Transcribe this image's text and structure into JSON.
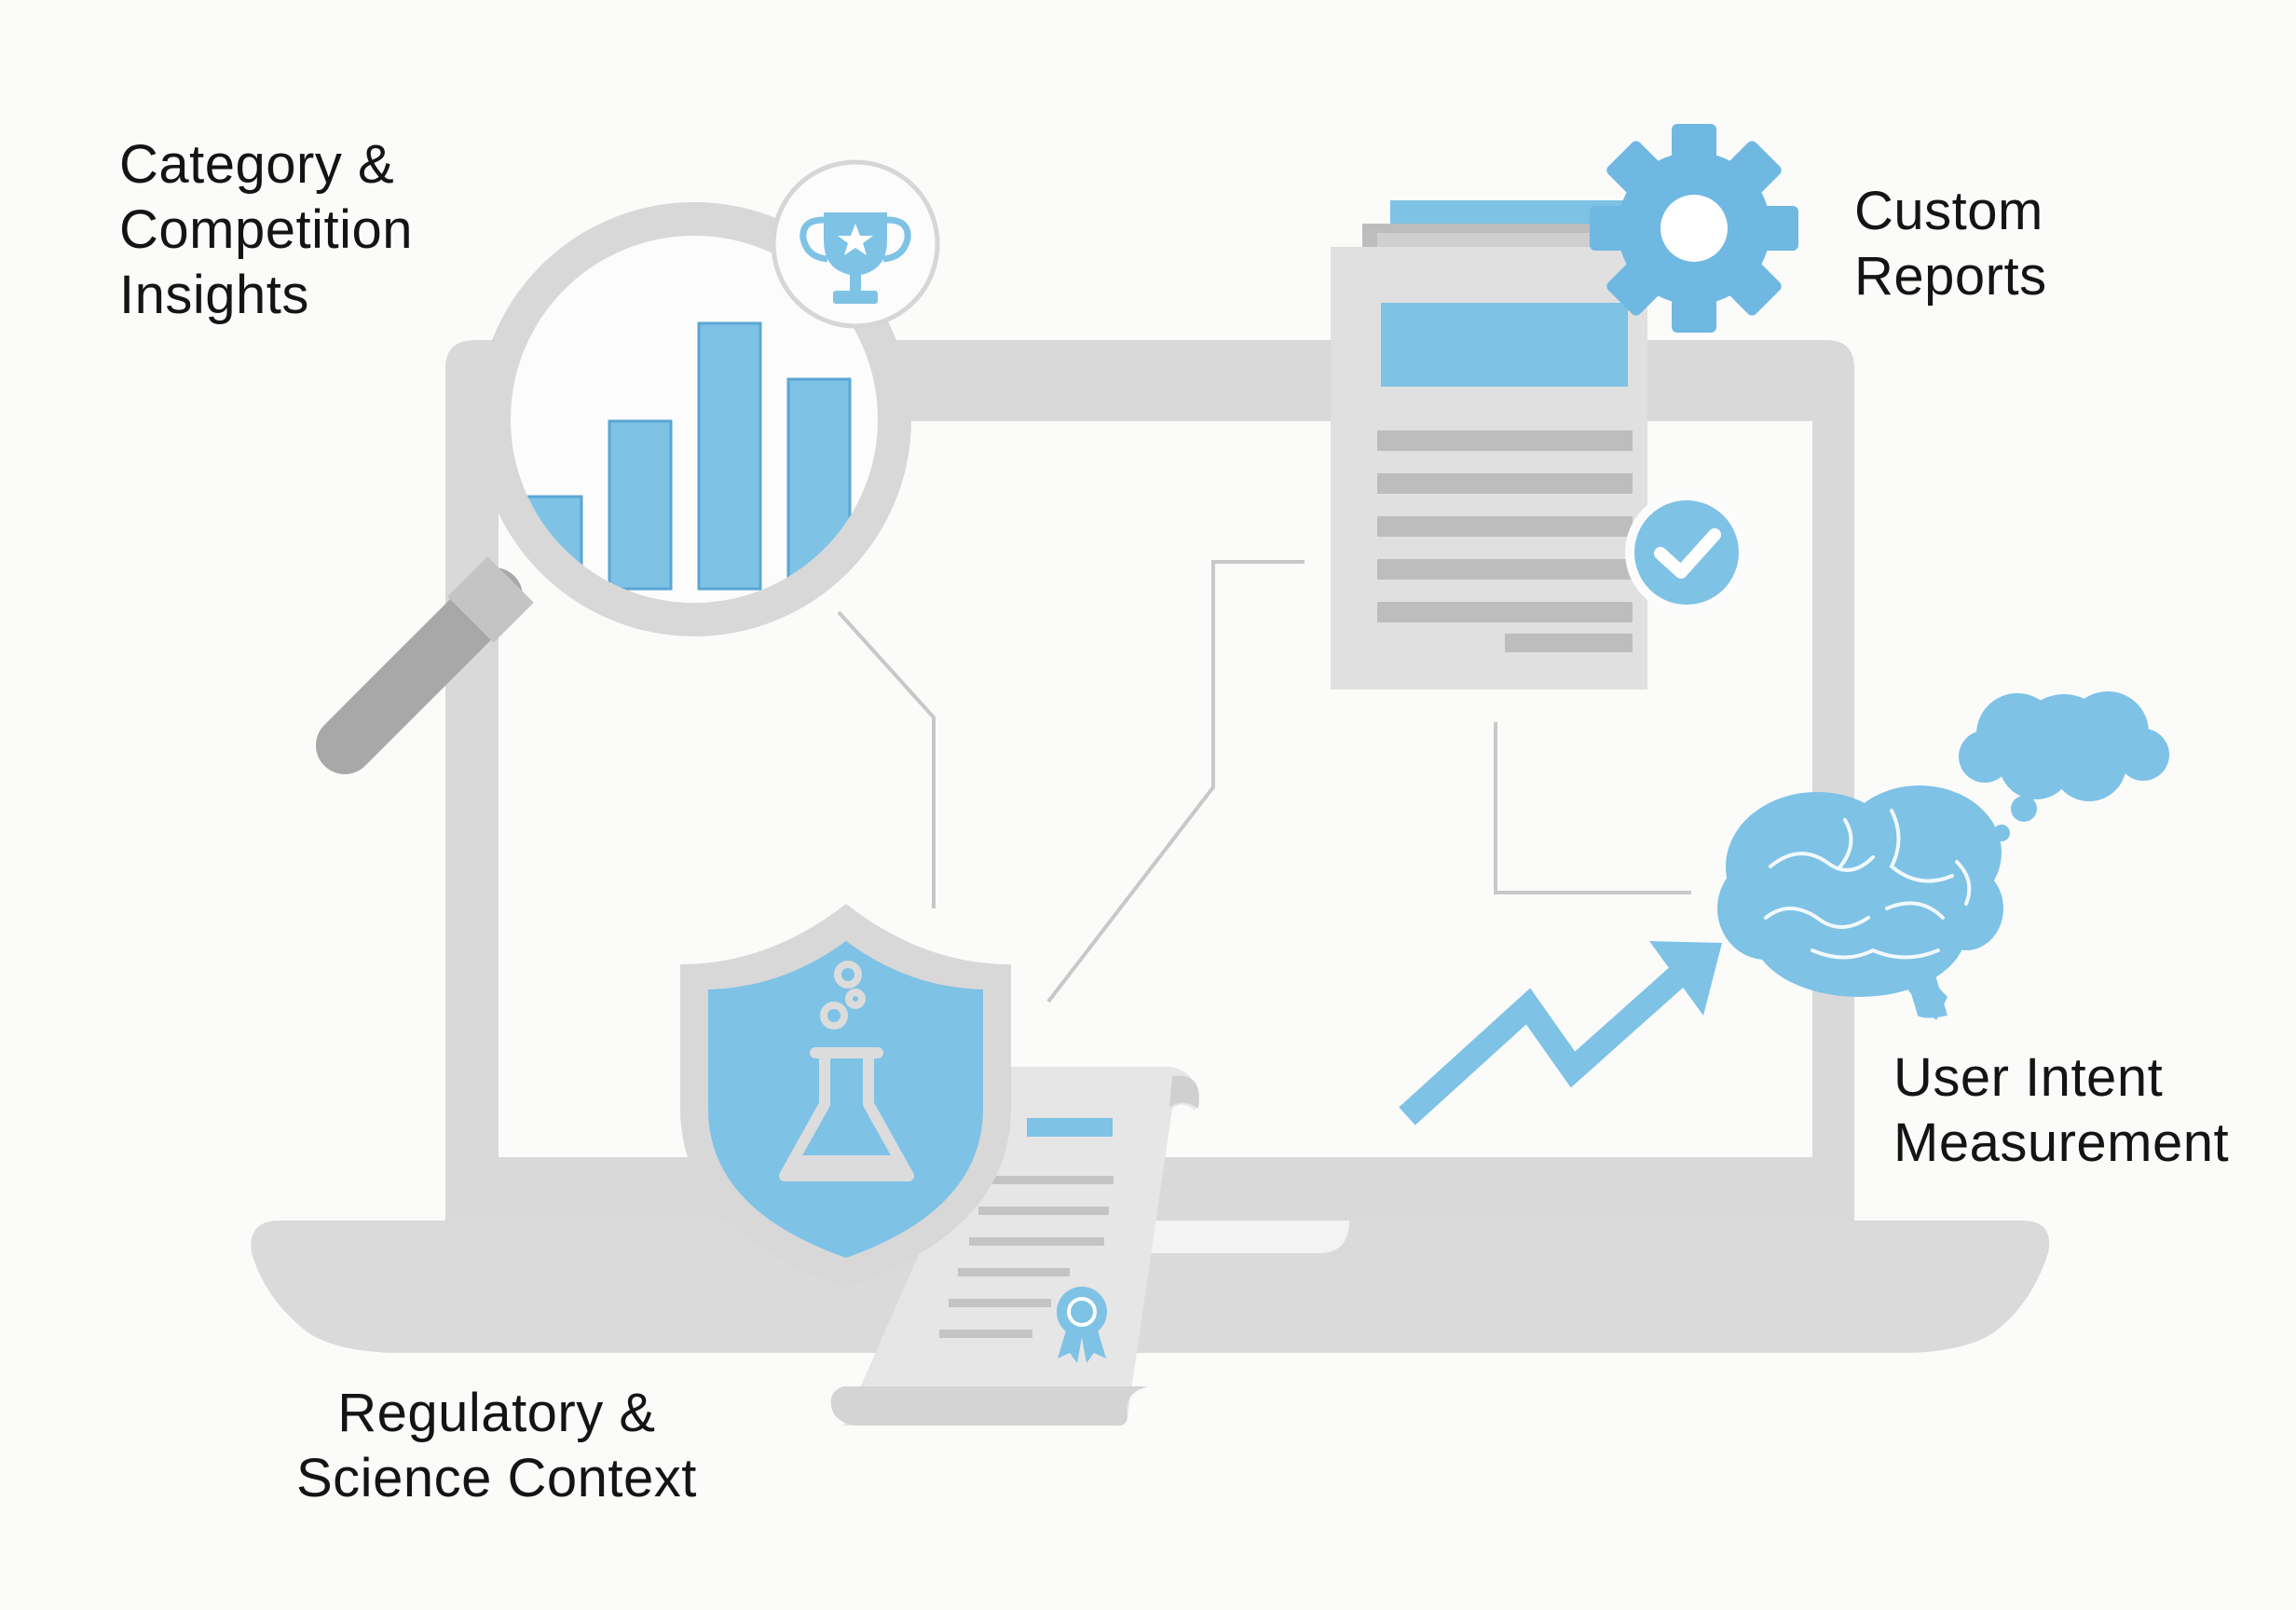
{
  "labels": {
    "category": {
      "line1": "Category &",
      "line2": "Competition",
      "line3": "Insights"
    },
    "custom": {
      "line1": "Custom",
      "line2": "Reports"
    },
    "user": {
      "line1": "User Intent",
      "line2": "Measurement"
    },
    "regulatory": {
      "line1": "Regulatory &",
      "line2": "Science Context"
    }
  },
  "icons": {
    "laptop": "laptop-icon",
    "magnifier": "magnifying-glass-icon",
    "trophy": "trophy-icon",
    "bar_chart": "bar-chart-icon",
    "gear": "gear-icon",
    "report": "document-stack-icon",
    "check": "check-circle-icon",
    "brain": "brain-icon",
    "thought": "thought-cloud-icon",
    "trend": "trend-arrow-icon",
    "shield": "shield-flask-icon",
    "certificate": "certificate-scroll-icon"
  },
  "colors": {
    "accent_blue": "#7ec2e6",
    "blue_dark": "#5aa6d4",
    "gray": "#d7d7d7",
    "gray_dark": "#b9b9b9",
    "line": "#c9c9c9",
    "text": "#141414"
  },
  "chart_bars": [
    0.33,
    0.6,
    0.95,
    0.75
  ]
}
